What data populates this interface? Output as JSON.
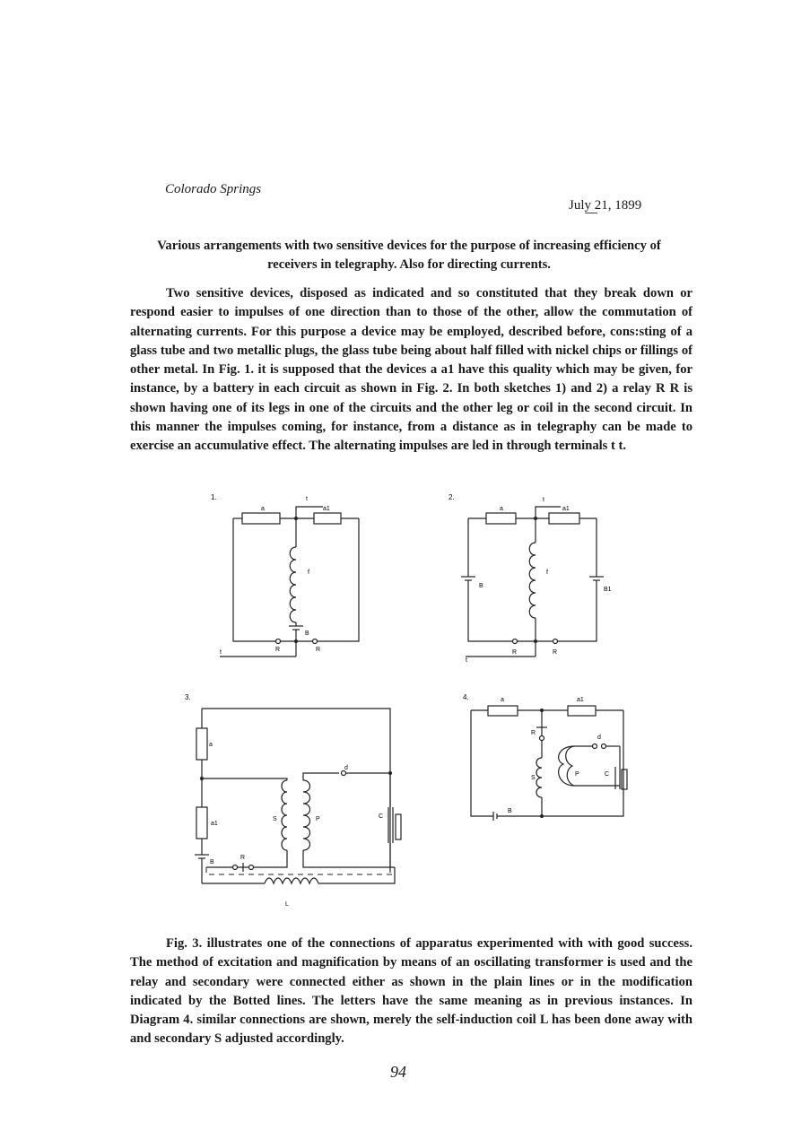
{
  "header": {
    "location": "Colorado Springs",
    "date": "July 21, 1899"
  },
  "title": "Various arrangements with two sensitive devices for the purpose of increasing efficiency of receivers in telegraphy. Also for directing currents.",
  "paragraphs": [
    "Two sensitive devices, disposed as indicated and so constituted that they break down or respond easier to impulses of one direction than to those of the other, allow the commutation of alternating currents. For this purpose a device may be employed, described before, cons:sting of a glass tube and two metallic plugs, the glass tube being about half filled with nickel chips or fillings of other metal. In Fig. 1. it is supposed that the devices a a1 have this quality which may be given, for instance, by a battery in each circuit as shown in Fig. 2. In both sketches 1) and 2) a relay R R is shown having one of its legs in one of the circuits and the other leg or coil in the second circuit. In this manner the impulses coming, for instance, from a distance as in telegraphy can be made to exercise an accumulative effect. The alternating impulses are led in through terminals t t.",
    "Fig. 3. illustrates one of the connections of apparatus experimented with with good success. The method of excitation and magnification by means of an oscillating transformer is used and the relay and secondary were connected either as shown in the plain lines or in the modification indicated by the Botted lines. The letters have the same meaning as in previous instances. In Diagram 4. similar connections are shown, merely the self-induction coil L has been done away with and secondary S adjusted accordingly."
  ],
  "figures": {
    "fig1": {
      "number": "1.",
      "labels": {
        "a": "a",
        "a1": "a1",
        "t_top": "t",
        "t_bottom": "t",
        "f": "f",
        "B": "B",
        "R1": "R",
        "R2": "R"
      }
    },
    "fig2": {
      "number": "2.",
      "labels": {
        "a": "a",
        "a1": "a1",
        "t_top": "t",
        "t_bottom": "t",
        "f": "f",
        "B": "B",
        "B1": "B1",
        "R1": "R",
        "R2": "R"
      }
    },
    "fig3": {
      "number": "3.",
      "labels": {
        "a": "a",
        "a1": "a1",
        "d": "d",
        "S": "S",
        "P": "P",
        "C": "C",
        "B": "B",
        "R": "R",
        "L": "L"
      }
    },
    "fig4": {
      "number": "4.",
      "labels": {
        "a": "a",
        "a1": "a1",
        "R": "R",
        "d": "d",
        "S": "S",
        "P": "P",
        "C": "C",
        "B": "B"
      }
    }
  },
  "page_number": "94"
}
